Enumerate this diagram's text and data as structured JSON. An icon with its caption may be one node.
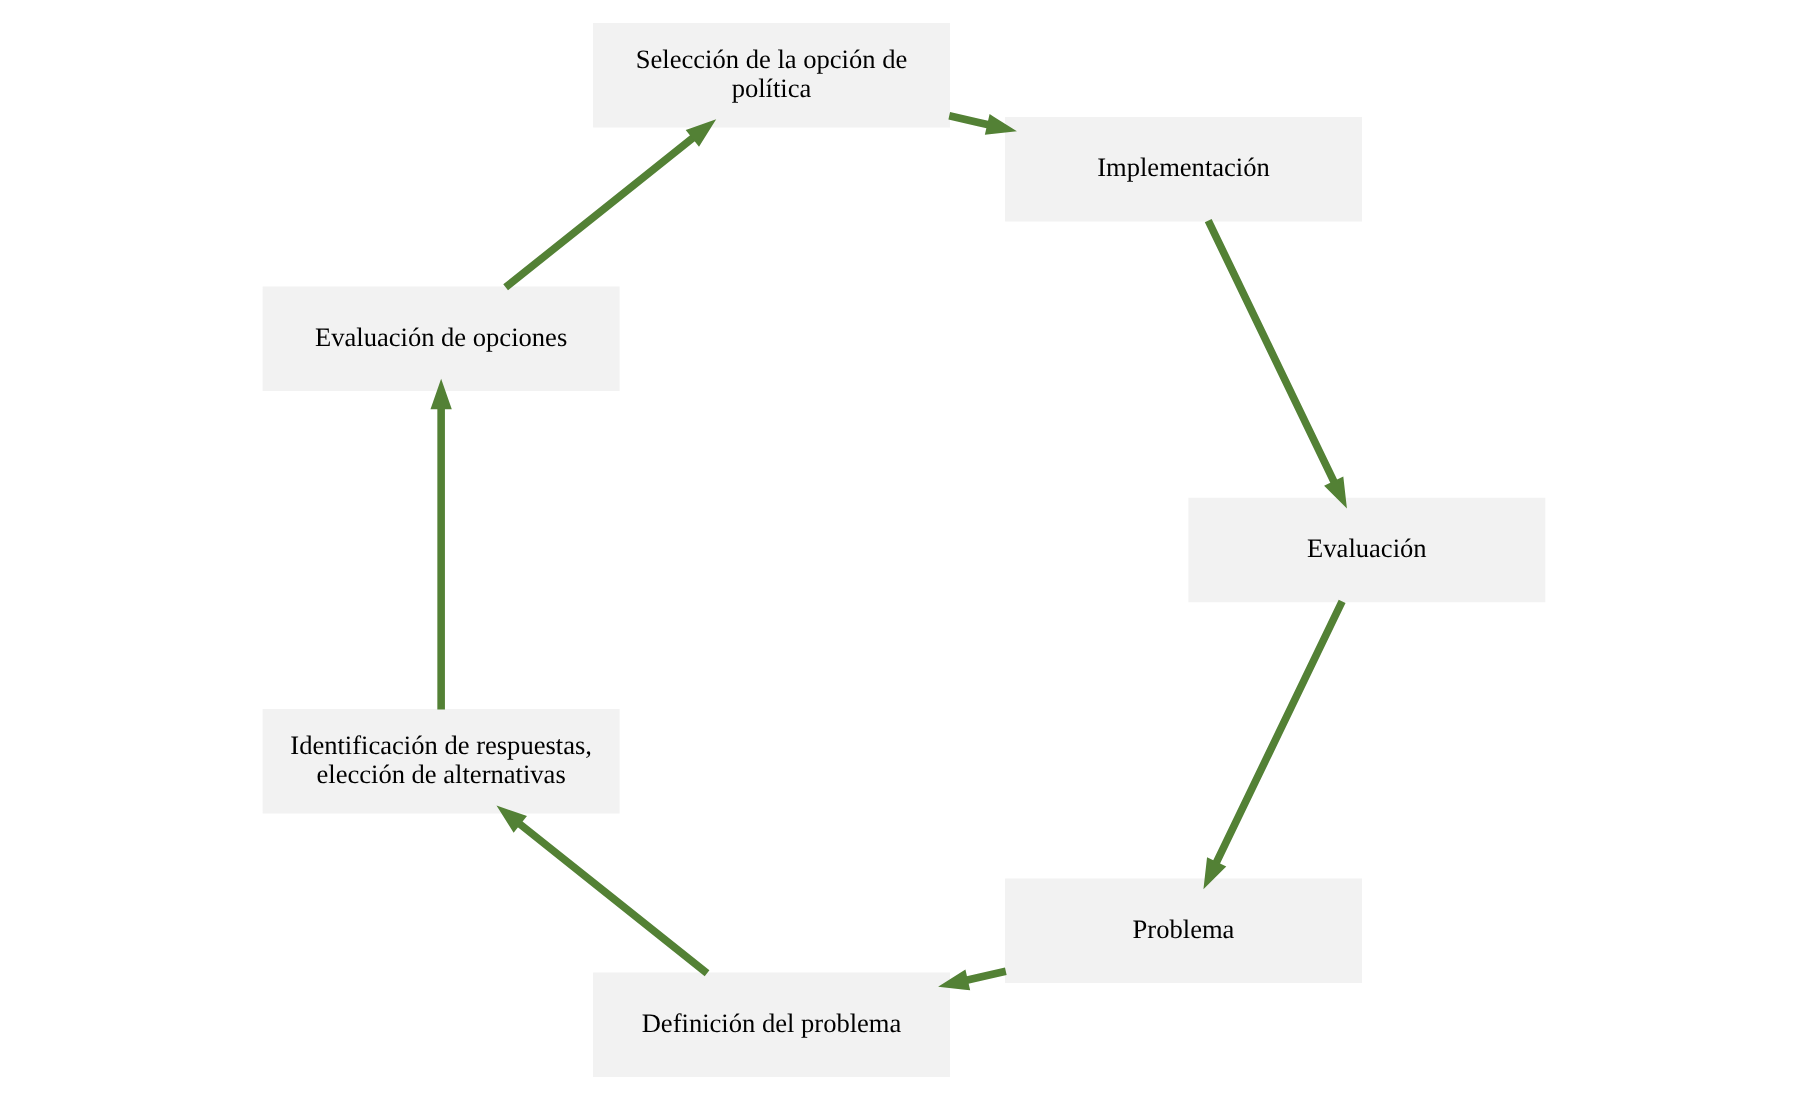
{
  "diagram": {
    "nodes": [
      {
        "text": [
          "Problema"
        ]
      },
      {
        "text": [
          "Definición del problema"
        ]
      },
      {
        "text": [
          "Identificación de respuestas, elección de alternativas"
        ]
      },
      {
        "text": [
          "Evaluación de opciones"
        ]
      },
      {
        "text": [
          "Selección de la opción de política"
        ]
      },
      {
        "text": [
          "Implementación"
        ]
      },
      {
        "text": [
          "Evaluación"
        ]
      }
    ],
    "edges": [
      {
        "from": 0,
        "to": 1,
        "arrow": "to"
      },
      {
        "from": 1,
        "to": 2,
        "arrow": "to"
      },
      {
        "from": 2,
        "to": 3,
        "arrow": "to"
      },
      {
        "from": 3,
        "to": 4,
        "arrow": "to"
      },
      {
        "from": 4,
        "to": 5,
        "arrow": "to"
      },
      {
        "from": 5,
        "to": 6,
        "arrow": "to"
      },
      {
        "from": 6,
        "to": 0,
        "arrow": "to"
      }
    ]
  }
}
